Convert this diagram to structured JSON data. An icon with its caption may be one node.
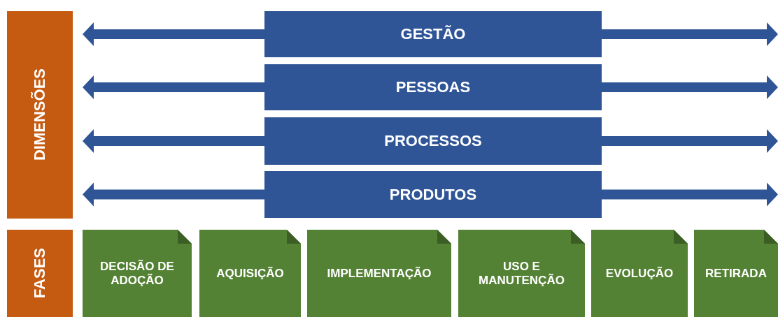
{
  "diagram": {
    "nodes": [
      {
        "text": [
          "DIMENSÕES"
        ]
      },
      {
        "text": [
          "GESTÃO"
        ]
      },
      {
        "text": [
          "PESSOAS"
        ]
      },
      {
        "text": [
          "PROCESSOS"
        ]
      },
      {
        "text": [
          "PRODUTOS"
        ]
      },
      {
        "text": [
          "FASES"
        ]
      },
      {
        "text": [
          "DECISÃO DE ADOÇÃO"
        ]
      },
      {
        "text": [
          "AQUISIÇÃO"
        ]
      },
      {
        "text": [
          "IMPLEMENTAÇÃO"
        ]
      },
      {
        "text": [
          "USO E MANUTENÇÃO"
        ]
      },
      {
        "text": [
          "EVOLUÇÃO"
        ]
      },
      {
        "text": [
          "RETIRADA"
        ]
      }
    ]
  }
}
